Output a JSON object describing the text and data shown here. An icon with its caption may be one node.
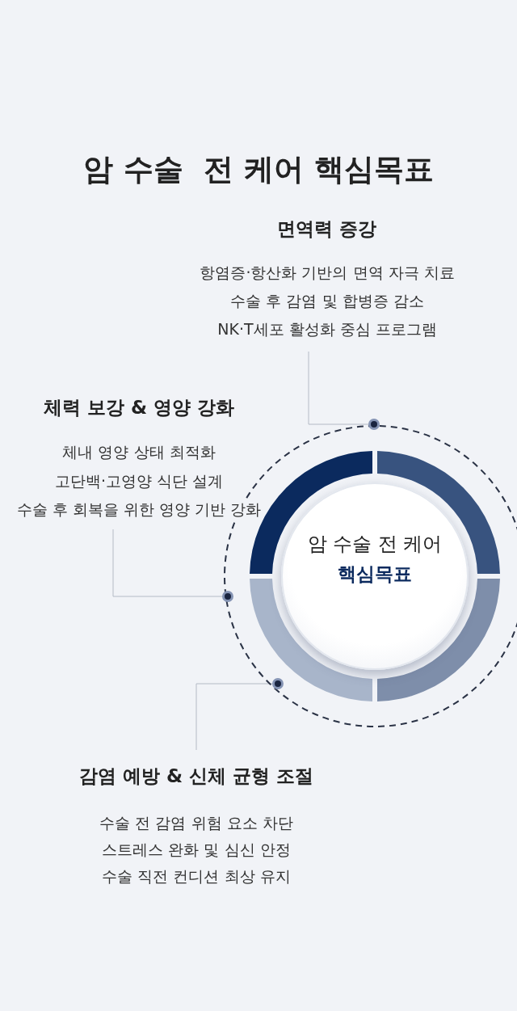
{
  "diagram": {
    "title": "암 수술  전 케어 핵심목표",
    "nodes": [
      {
        "text": [
          "면역력 증강",
          "항염증·항산화 기반의 면역 자극 치료",
          "수술 후 감염 및 합병증 감소",
          "NK·T세포 활성화 중심 프로그램"
        ]
      },
      {
        "text": [
          "체력 보강 & 영양 강화",
          "체내 영양 상태 최적화",
          "고단백·고영양 식단 설계",
          "수술 후 회복을 위한 영양 기반 강화"
        ]
      },
      {
        "text": [
          "감염 예방 & 신체 균형 조절",
          "수술 전 감염 위험 요소 차단",
          "스트레스 완화 및 심신 안정",
          "수술 직전 컨디션 최상 유지"
        ]
      },
      {
        "text": [
          "암 수술 전 케어",
          "핵심목표"
        ]
      },
      {
        "text": [],
        "shape": "circle"
      },
      {
        "text": [],
        "shape": "circle"
      },
      {
        "text": [],
        "shape": "circle"
      }
    ],
    "edges": [
      {
        "from": 0,
        "to": 4,
        "arrow": "none"
      },
      {
        "from": 1,
        "to": 5,
        "arrow": "none"
      },
      {
        "from": 2,
        "to": 6,
        "arrow": "none"
      }
    ]
  }
}
